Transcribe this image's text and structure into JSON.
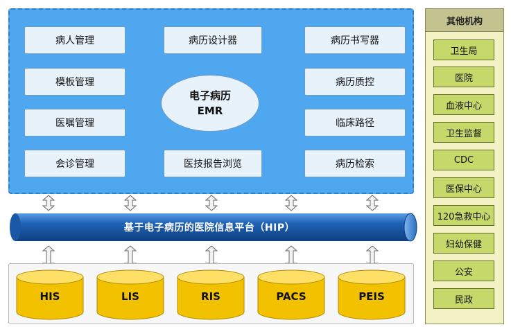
{
  "emr": {
    "center_line1": "电子病历",
    "center_line2": "EMR",
    "modules": {
      "patient_mgmt": "病人管理",
      "record_designer": "病历设计器",
      "record_writer": "病历书写器",
      "template_mgmt": "模板管理",
      "record_qc": "病历质控",
      "order_mgmt": "医嘱管理",
      "clinical_pathway": "临床路径",
      "consult_mgmt": "会诊管理",
      "report_browse": "医技报告浏览",
      "record_search": "病历检索"
    }
  },
  "hip": {
    "label": "基于电子病历的医院信息平台（HIP）"
  },
  "databases": {
    "his": "HIS",
    "lis": "LIS",
    "ris": "RIS",
    "pacs": "PACS",
    "peis": "PEIS"
  },
  "orgs": {
    "title": "其他机构",
    "items": [
      "卫生局",
      "医院",
      "血液中心",
      "卫生监督",
      "CDC",
      "医保中心",
      "120急救中心",
      "妇幼保健",
      "公安",
      "民政"
    ]
  },
  "colors": {
    "emr_panel": "#4fa8ef",
    "module_box": "#e8f2fb",
    "hip_pipe": "#1f63b5",
    "db_cylinder": "#f2c200",
    "org_panel": "#f3f2c4",
    "org_item": "#c7d86a"
  }
}
